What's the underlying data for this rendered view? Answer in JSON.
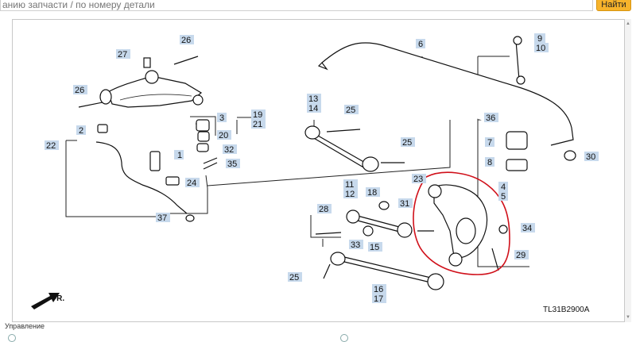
{
  "search": {
    "placeholder": "анию запчасти / по номеру детали",
    "button_label": "Найти"
  },
  "diagram": {
    "code": "TL31B2900A",
    "direction": "FR.",
    "callouts": [
      "1",
      "2",
      "3",
      "4",
      "5",
      "6",
      "7",
      "8",
      "9",
      "10",
      "11",
      "12",
      "13",
      "14",
      "15",
      "16",
      "17",
      "18",
      "19",
      "20",
      "21",
      "22",
      "23",
      "24",
      "25",
      "25",
      "25",
      "25",
      "26",
      "26",
      "27",
      "28",
      "29",
      "30",
      "31",
      "32",
      "33",
      "34",
      "35",
      "36",
      "37"
    ]
  },
  "footer": {
    "label": "Управление"
  },
  "colors": {
    "highlight": "#d0101a",
    "callout_bg": "#c7d9ec",
    "line": "#222222"
  }
}
